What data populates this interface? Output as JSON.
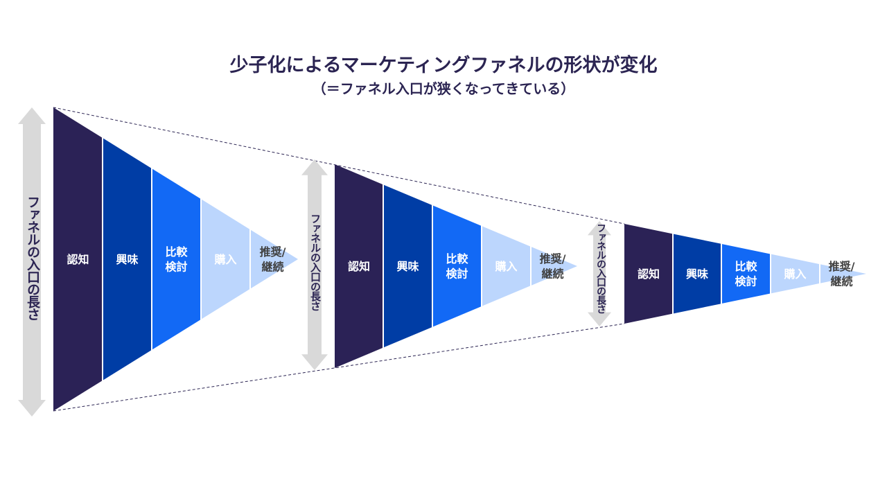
{
  "title": "少子化によるマーケティングファネルの形状が変化",
  "subtitle": "（＝ファネル入口が狭くなってきている）",
  "arrow_label": "ファネルの入口の長さ",
  "stages": [
    {
      "lines": [
        "認知"
      ]
    },
    {
      "lines": [
        "興味"
      ]
    },
    {
      "lines": [
        "比較",
        "検討"
      ]
    },
    {
      "lines": [
        "購入"
      ]
    },
    {
      "lines": [
        "推奨/",
        "継続"
      ]
    }
  ],
  "colors": {
    "stage_fills": [
      "#2b2256",
      "#003da5",
      "#1269f5",
      "#bcd6fd",
      "#bcd6fd"
    ],
    "stage_text": [
      "#ffffff",
      "#ffffff",
      "#ffffff",
      "#ffffff",
      "#404040"
    ],
    "arrow": "#d9d9d9",
    "dash": "#2b2452"
  },
  "funnels": [
    {
      "name": "funnel-large"
    },
    {
      "name": "funnel-medium"
    },
    {
      "name": "funnel-small"
    }
  ]
}
